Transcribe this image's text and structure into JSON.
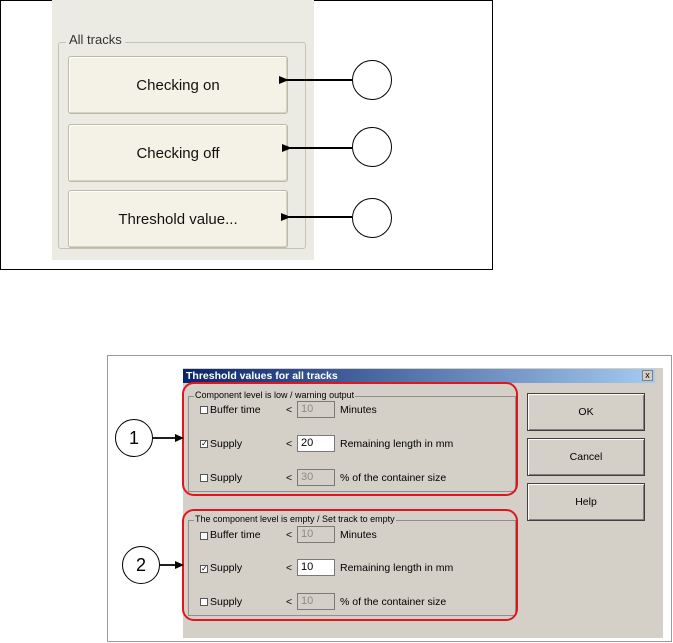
{
  "top_panel": {
    "group_title": "All tracks",
    "buttons": [
      "Checking on",
      "Checking off",
      "Threshold value..."
    ]
  },
  "dialog": {
    "title": "Threshold values for all tracks",
    "close_glyph": "x",
    "group1": {
      "title": "Component level is low / warning output",
      "rows": [
        {
          "label": "Buffer time",
          "checked": false,
          "check_glyph": "",
          "op": "<",
          "value": "10",
          "unit": "Minutes",
          "enabled": false
        },
        {
          "label": "Supply",
          "checked": true,
          "check_glyph": "✓",
          "op": "<",
          "value": "20",
          "unit": "Remaining length in mm",
          "enabled": true
        },
        {
          "label": "Supply",
          "checked": false,
          "check_glyph": "",
          "op": "<",
          "value": "30",
          "unit": "% of the container size",
          "enabled": false
        }
      ]
    },
    "group2": {
      "title": "The component level is empty / Set track to empty",
      "rows": [
        {
          "label": "Buffer time",
          "checked": false,
          "check_glyph": "",
          "op": "<",
          "value": "10",
          "unit": "Minutes",
          "enabled": false
        },
        {
          "label": "Supply",
          "checked": true,
          "check_glyph": "✓",
          "op": "<",
          "value": "10",
          "unit": "Remaining length in mm",
          "enabled": true
        },
        {
          "label": "Supply",
          "checked": false,
          "check_glyph": "",
          "op": "<",
          "value": "10",
          "unit": "% of the container size",
          "enabled": false
        }
      ]
    },
    "buttons": {
      "ok": "OK",
      "cancel": "Cancel",
      "help": "Help"
    }
  },
  "callouts": [
    "1",
    "2"
  ],
  "colors": {
    "highlight": "#e0161e",
    "titlebar": "#0a246a",
    "dialog_face": "#d4d0c8"
  }
}
